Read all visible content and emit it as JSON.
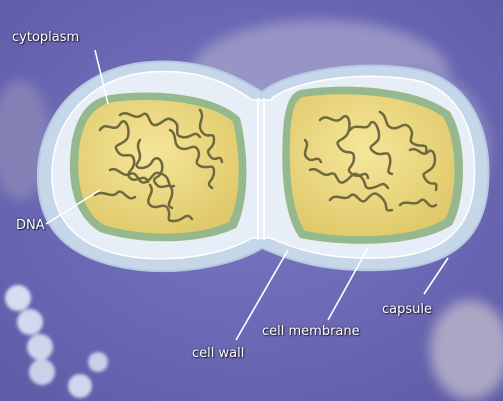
{
  "labels": {
    "cytoplasm": "cytoplasm",
    "dna": "DNA",
    "cell_wall": "cell wall",
    "cell_membrane": "cell membrane",
    "capsule": "capsule"
  },
  "colors": {
    "background": "#6e6bb8",
    "capsule": "#c9d8ea",
    "cell_wall": "#e6edf6",
    "cell_membrane": "#8fb68a",
    "cytoplasm": "#ecd87e",
    "dna": "#6f6a3d",
    "label_text": "#ffffff"
  }
}
